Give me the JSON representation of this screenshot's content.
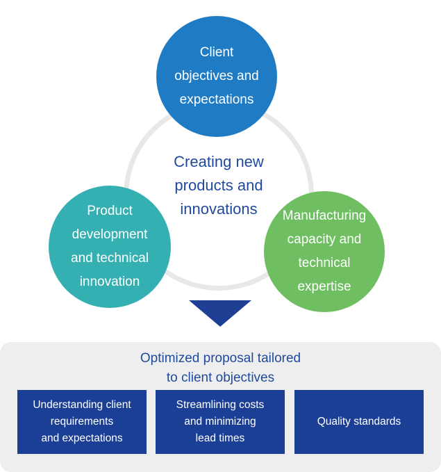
{
  "diagram": {
    "center_label": "Creating new\nproducts and\ninnovations",
    "circles": {
      "top": "Client\nobjectives and\nexpectations",
      "left": "Product\ndevelopment\nand technical\ninnovation",
      "right": "Manufacturing\ncapacity and\ntechnical\nexpertise"
    },
    "panel": {
      "title": "Optimized proposal tailored\nto client objectives",
      "boxes": [
        "Understanding client\nrequirements\nand expectations",
        "Streamlining costs\nand minimizing\nlead times",
        "Quality standards"
      ]
    },
    "colors": {
      "top_circle": "#1f7cc4",
      "left_circle": "#35b0b2",
      "right_circle": "#6fbe62",
      "navy": "#1c3f96",
      "ring": "#e8e8e8",
      "panel": "#eeeeee"
    }
  }
}
